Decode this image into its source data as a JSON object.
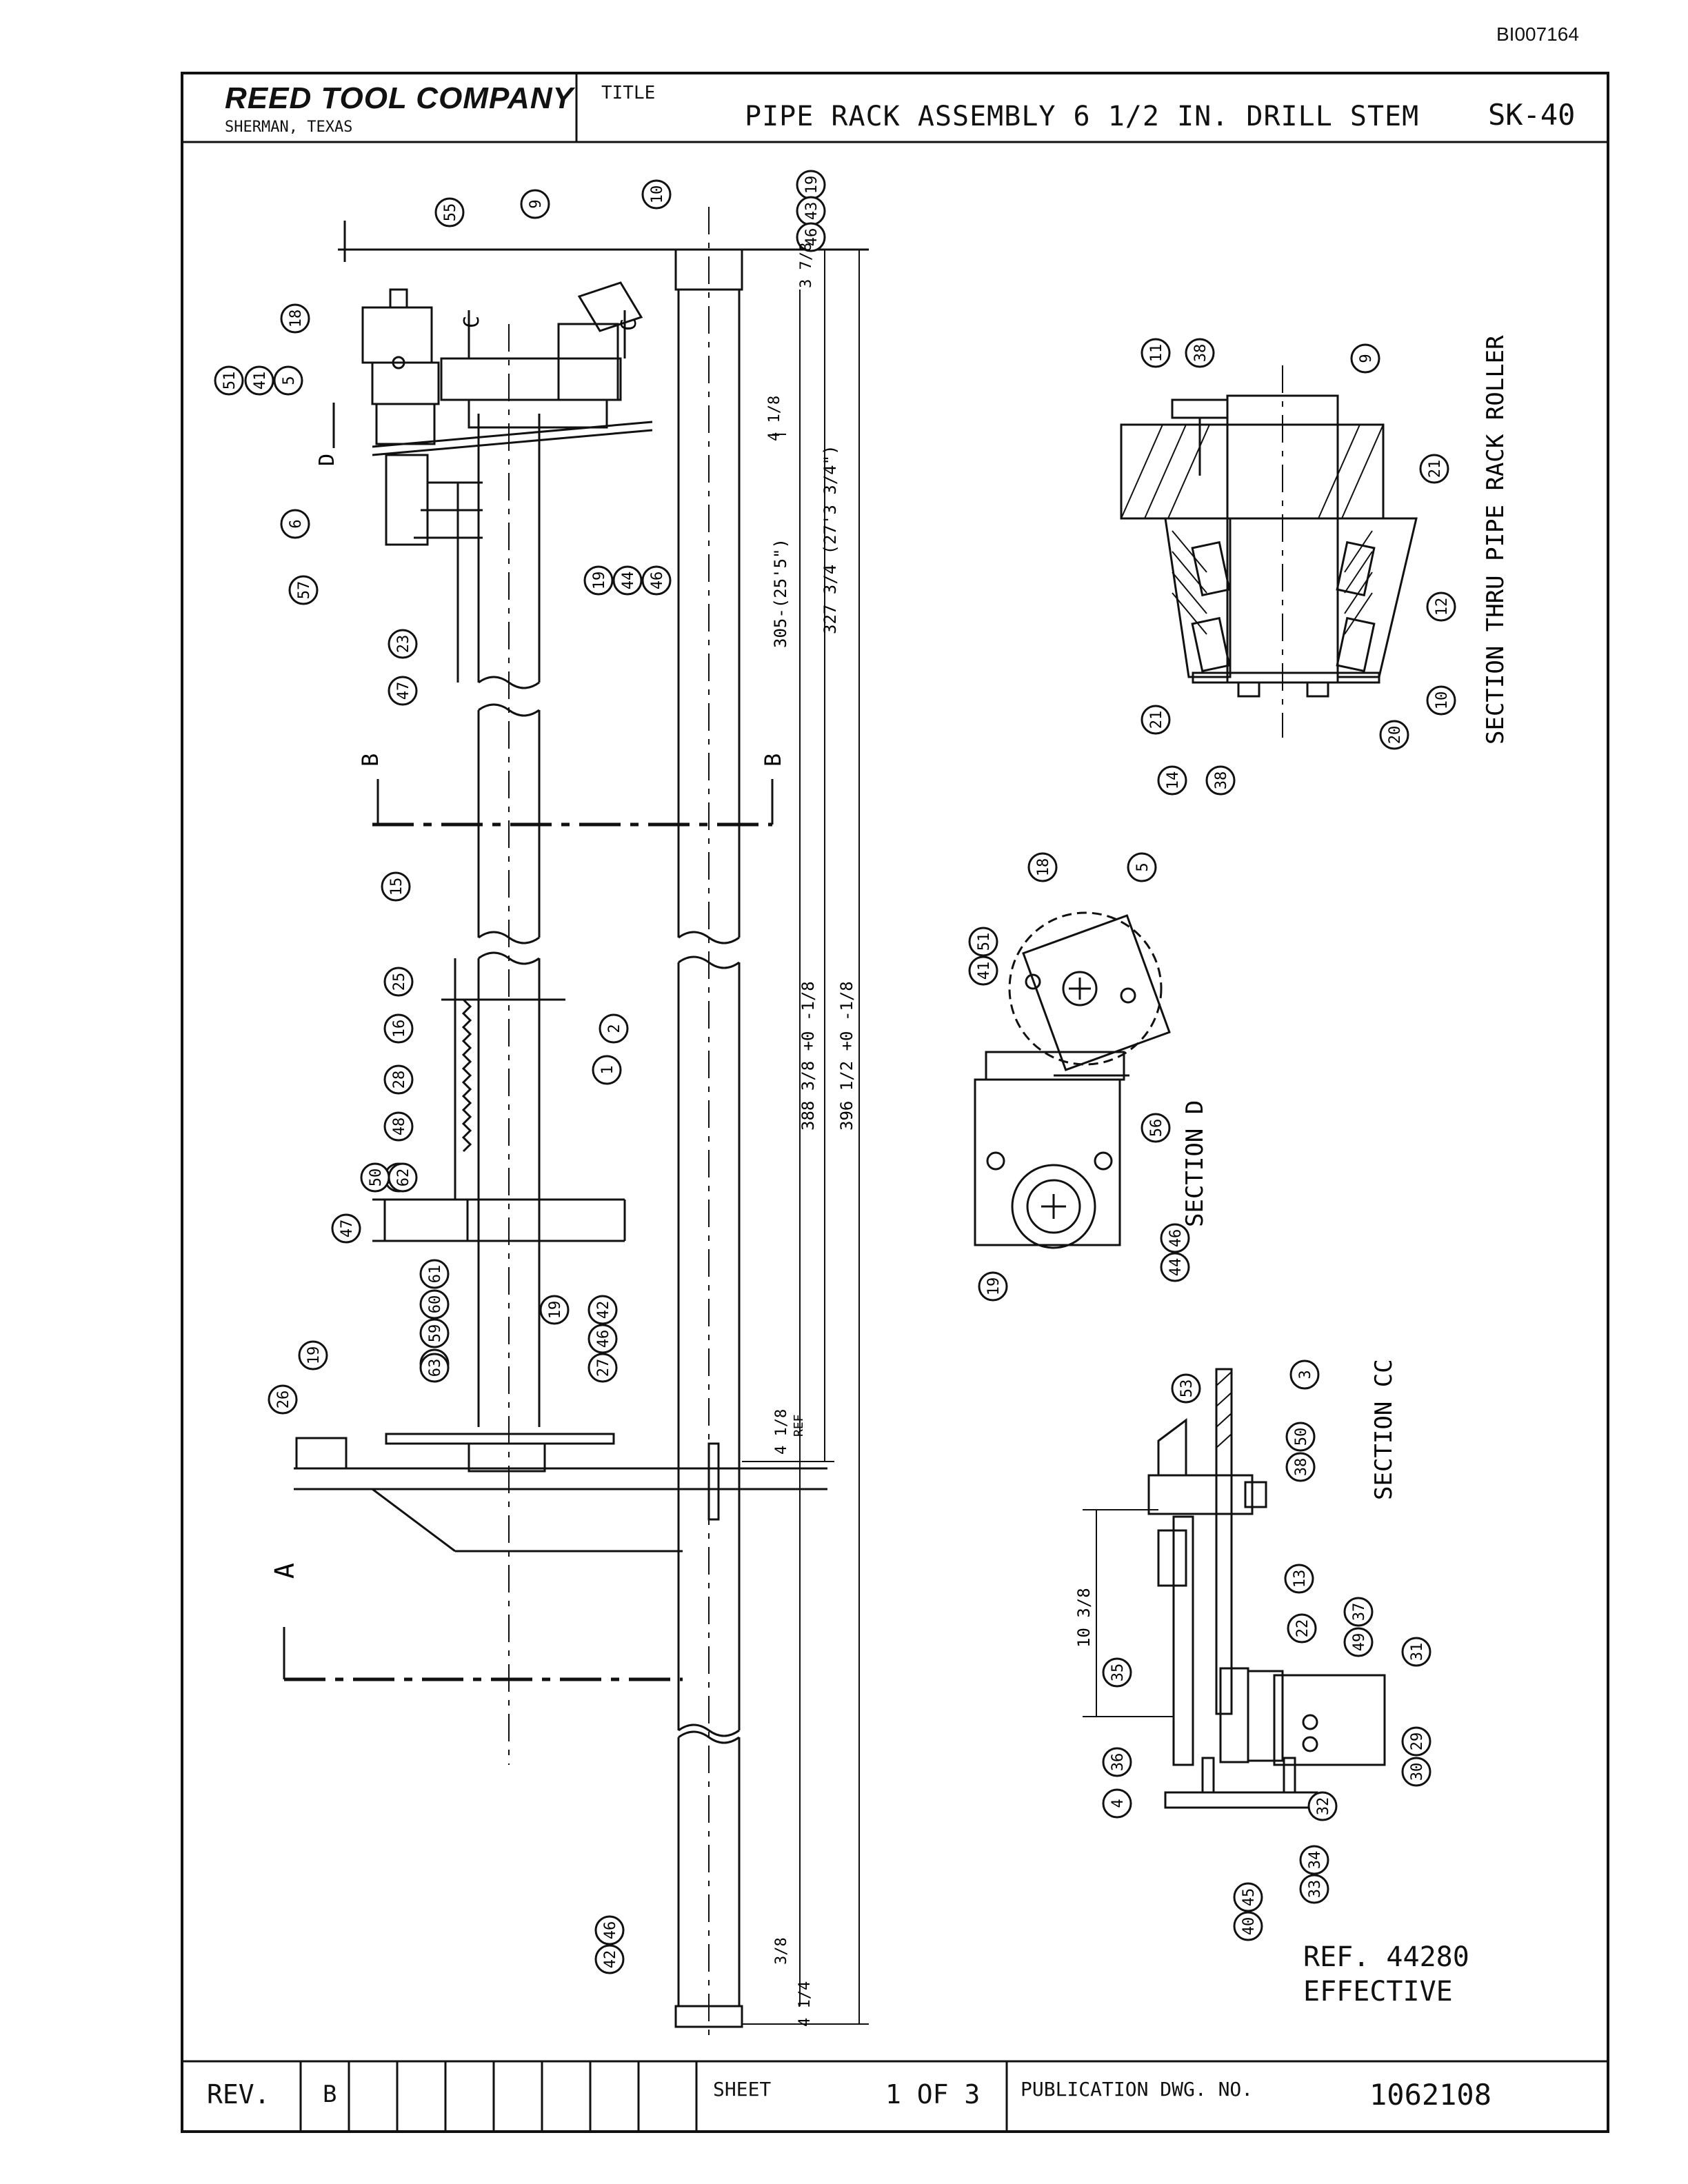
{
  "doc_id": "BI007164",
  "title_block": {
    "company": "REED TOOL COMPANY",
    "city": "SHERMAN, TEXAS",
    "title_label": "TITLE",
    "title": "PIPE RACK ASSEMBLY  6 1/2 IN. DRILL STEM",
    "drawing_number": "SK-40"
  },
  "footer": {
    "rev_label": "REV.",
    "rev_value": "B",
    "sheet_label": "SHEET",
    "sheet_value": "1 OF 3",
    "pub_label": "PUBLICATION DWG. NO.",
    "pub_value": "1062108"
  },
  "note": {
    "ref": "REF. 44280",
    "effective": "EFFECTIVE"
  },
  "section_labels": {
    "roller": "SECTION THRU PIPE RACK ROLLER",
    "d": "SECTION D",
    "cc": "SECTION CC"
  },
  "cut_letters": {
    "a": "A",
    "b": "B",
    "c": "C",
    "d": "D"
  },
  "dimensions": {
    "d305": "305-(25'5\")",
    "d327": "327 3/4 (27'3 3/4\")",
    "d388": "388 3/8 +0 -1/8",
    "d396": "396 1/2 +0 -1/8",
    "d37": "3 7/8",
    "d48": "4 1/8",
    "d41": "4 1/8",
    "d103": "10 3/8",
    "d38": "3/8",
    "d44": "4 1/4",
    "ref": "REF"
  },
  "balloons": {
    "main": [
      "55",
      "9",
      "10",
      "19",
      "43",
      "46",
      "18",
      "51",
      "41",
      "5",
      "6",
      "57",
      "19",
      "44",
      "46",
      "23",
      "47",
      "15",
      "2",
      "1",
      "25",
      "16",
      "28",
      "48",
      "24",
      "47",
      "50",
      "62",
      "61",
      "60",
      "59",
      "58",
      "63",
      "19",
      "42",
      "46",
      "27",
      "26",
      "19",
      "42",
      "46"
    ],
    "roller": [
      "11",
      "38",
      "9",
      "21",
      "12",
      "10",
      "20",
      "38",
      "14",
      "21"
    ],
    "d": [
      "18",
      "5",
      "41",
      "51",
      "56",
      "44",
      "46",
      "19"
    ],
    "cc": [
      "53",
      "3",
      "38",
      "50",
      "13",
      "49",
      "37",
      "22",
      "31",
      "35",
      "30",
      "29",
      "36",
      "4",
      "32",
      "33",
      "34",
      "40",
      "45"
    ]
  }
}
